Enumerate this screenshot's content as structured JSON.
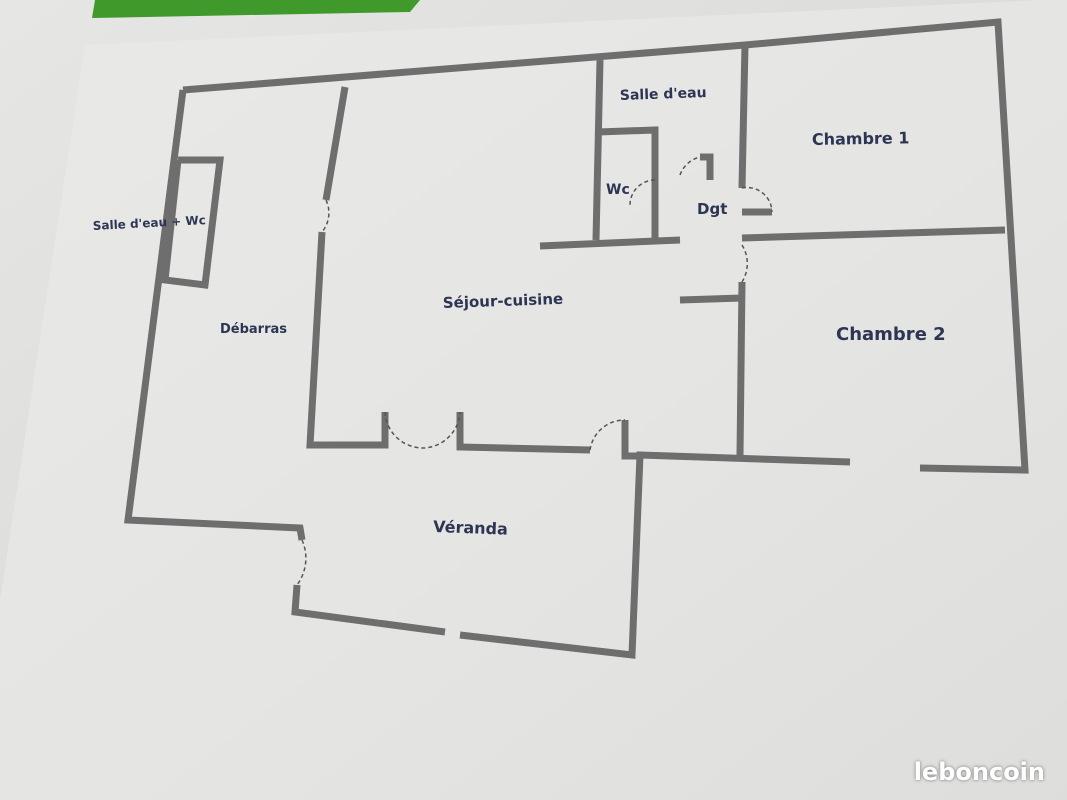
{
  "plan": {
    "rooms": {
      "salle_eau_wc": "Salle d'eau + Wc",
      "debarras": "Débarras",
      "sejour_cuisine": "Séjour-cuisine",
      "salle_eau": "Salle d'eau",
      "wc": "Wc",
      "dgt": "Dgt",
      "chambre1": "Chambre 1",
      "chambre2": "Chambre 2",
      "veranda": "Véranda"
    },
    "header_color": "#3f9a2b",
    "wall_color": "#6e6e6e",
    "label_color": "#2c3553"
  },
  "watermark": "leboncoin"
}
